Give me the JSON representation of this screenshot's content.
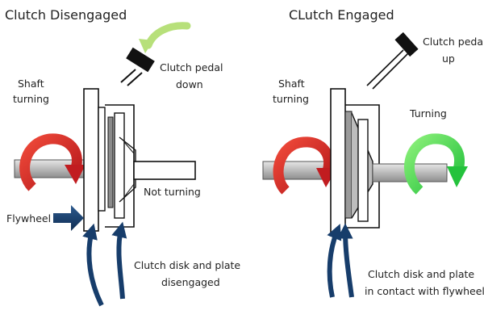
{
  "left": {
    "title": "Clutch Disengaged",
    "pedal_label_line1": "Clutch pedal",
    "pedal_label_line2": "down",
    "shaft_label_line1": "Shaft",
    "shaft_label_line2": "turning",
    "not_turning_label": "Not turning",
    "flywheel_label": "Flywheel",
    "disk_label_line1": "Clutch disk and plate",
    "disk_label_line2": "disengaged"
  },
  "right": {
    "title": "CLutch Engaged",
    "pedal_label_line1": "Clutch pedal",
    "pedal_label_line2": "up",
    "shaft_label_line1": "Shaft",
    "shaft_label_line2": "turning",
    "turning_label": "Turning",
    "disk_label_line1": "Clutch disk and plate",
    "disk_label_line2": "in contact with flywheel"
  },
  "colors": {
    "red_arrow": "#d8282a",
    "green_arrow": "#3ad24a",
    "pointer_blue": "#173d6b",
    "pedal_arrow_green": "#b7e07a",
    "shaft_gray": "#bfbfbf",
    "plate_gray": "#8a8a8a"
  }
}
